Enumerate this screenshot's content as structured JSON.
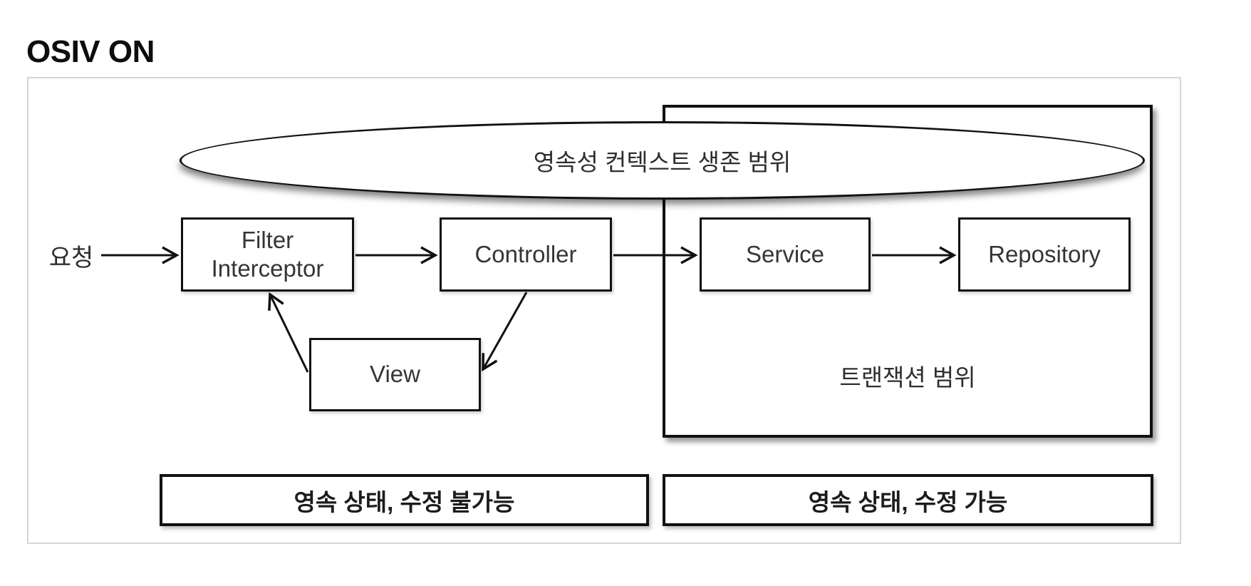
{
  "title": "OSIV ON",
  "diagram": {
    "request_label": "요청",
    "persistence_scope_label": "영속성 컨텍스트 생존 범위",
    "transaction_scope_label": "트랜잭션 범위",
    "nodes": {
      "filter_line1": "Filter",
      "filter_line2": "Interceptor",
      "controller": "Controller",
      "service": "Service",
      "repository": "Repository",
      "view": "View"
    },
    "status_bars": {
      "left": "영속 상태, 수정 불가능",
      "right": "영속 상태, 수정 가능"
    },
    "colors": {
      "shape_border": "#111111",
      "text": "#2e2e2e",
      "container_border": "#d6d6d6",
      "background": "#ffffff"
    }
  }
}
